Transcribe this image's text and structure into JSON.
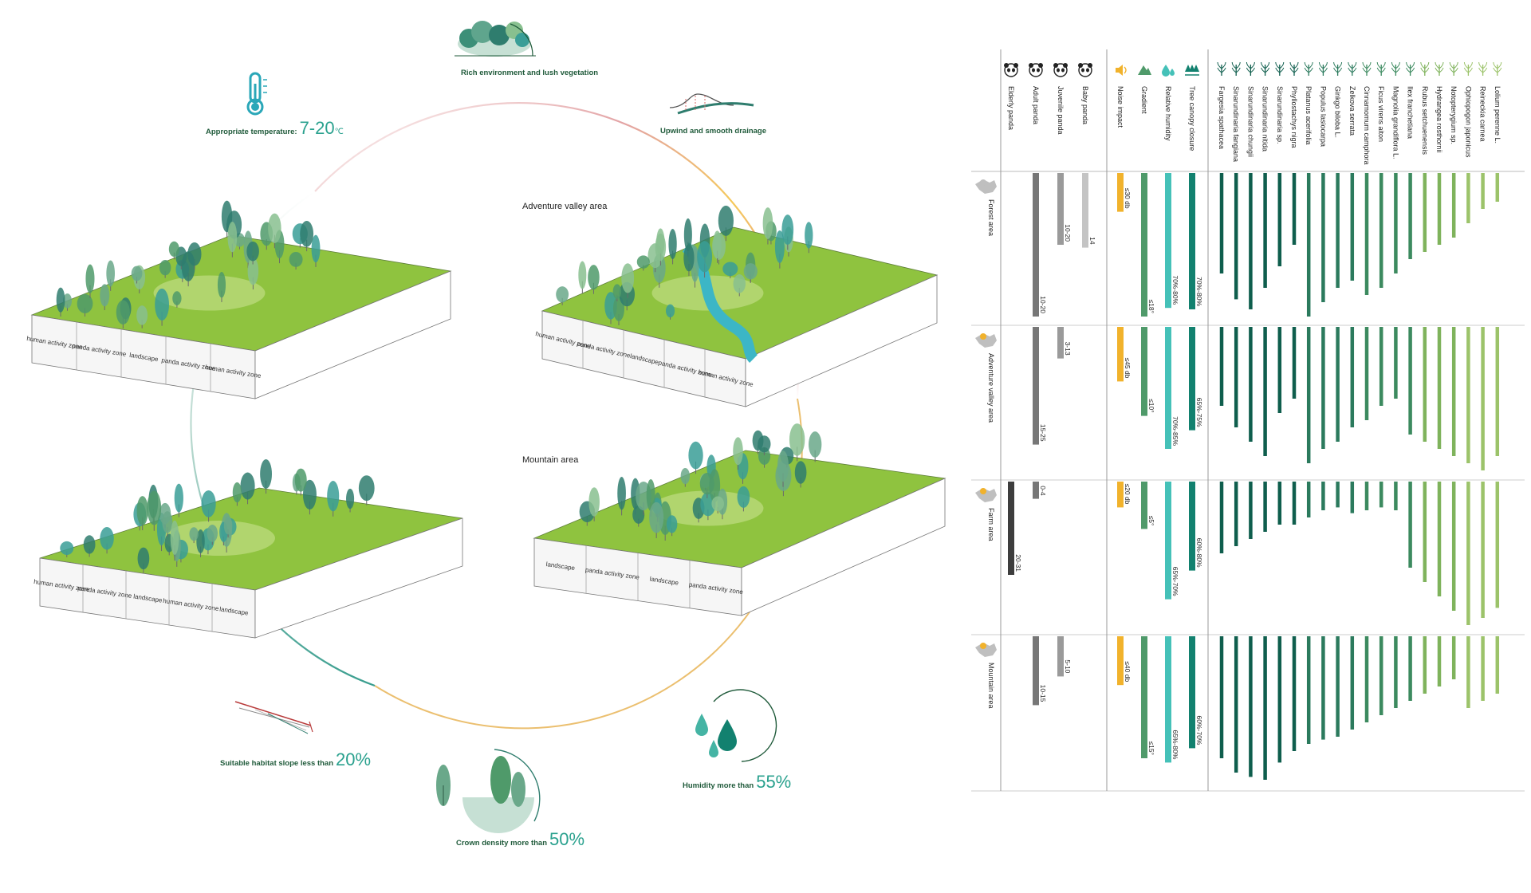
{
  "conditions": {
    "rich_env": "Rich environment and lush vegetation",
    "temperature_label": "Appropriate temperature:",
    "temperature_value": "7-20",
    "temperature_unit": "℃",
    "drainage": "Upwind and smooth drainage",
    "slope_label": "Suitable habitat slope less than",
    "slope_value": "20%",
    "crown_label": "Crown density more than",
    "crown_value": "50%",
    "humidity_label": "Humidity more than",
    "humidity_value": "55%"
  },
  "blocks": [
    {
      "title": "",
      "zones": [
        "human activity zone",
        "panda activity zone",
        "landscape",
        "panda activity zone",
        "human activity zone"
      ]
    },
    {
      "title": "Adventure valley area",
      "zones": [
        "human activity zone",
        "panda activity zone",
        "landscape",
        "panda activity zone",
        "human activity zone"
      ]
    },
    {
      "title": "",
      "zones": [
        "human activity zone",
        "panda activity zone",
        "landscape",
        "human activity zone",
        "landscape"
      ]
    },
    {
      "title": "Mountain area",
      "zones": [
        "landscape",
        "panda activity zone",
        "landscape",
        "panda activity zone"
      ]
    }
  ],
  "colors": {
    "grass": "#8fc33f",
    "grass_light": "#b9d97a",
    "tree_dark": "#2f7d6e",
    "tree_teal": "#3a9e97",
    "river": "#3cb6c6",
    "orange": "#f1b22c",
    "deep_green": "#0f5e4d",
    "mid_green": "#4f9a6a",
    "light_green": "#9cc36a"
  },
  "chart_data": {
    "type": "bar",
    "orientation": "vertical-down",
    "rows": [
      "Forest area",
      "Adventure valley area",
      "Farm area",
      "Mountain area"
    ],
    "groups": [
      {
        "name": "panda",
        "icons": [
          "panda-icon",
          "panda-icon",
          "panda-icon",
          "panda-icon"
        ],
        "columns": [
          "Elderly panda",
          "Adult panda",
          "Juvenile panda",
          "Baby panda"
        ],
        "colors": [
          "#3d3d3d",
          "#777777",
          "#9a9a9a",
          "#c4c4c4"
        ],
        "values": [
          [
            0,
            1.0,
            0.5,
            0.52
          ],
          [
            0,
            0.82,
            0.22,
            0
          ],
          [
            0.65,
            0.12,
            0,
            0
          ],
          [
            0,
            0.48,
            0.28,
            0
          ]
        ],
        "labels": [
          [
            "",
            "10-20",
            "10-20",
            "14"
          ],
          [
            "",
            "15-25",
            "3-13",
            ""
          ],
          [
            "20-31",
            "0-4",
            "",
            ""
          ],
          [
            "",
            "10-15",
            "5-10",
            ""
          ]
        ]
      },
      {
        "name": "environment",
        "icons": [
          "sound-icon",
          "mountain-icon",
          "droplet-icon",
          "tree-icon"
        ],
        "columns": [
          "Noise impact",
          "Gradient",
          "Relative humidity",
          "Tree canopy closure"
        ],
        "colors": [
          "#f1b22c",
          "#4f9a6a",
          "#45c1b8",
          "#12816f"
        ],
        "values": [
          [
            0.27,
            1.0,
            0.94,
            0.95
          ],
          [
            0.38,
            0.62,
            0.85,
            0.72
          ],
          [
            0.18,
            0.33,
            0.82,
            0.62
          ],
          [
            0.34,
            0.85,
            0.88,
            0.78
          ]
        ],
        "labels": [
          [
            "≤30 db",
            "≤18°",
            "70%-80%",
            "70%-80%"
          ],
          [
            "≤45 db",
            "≤10°",
            "70%-85%",
            "65%-75%"
          ],
          [
            "≤20 db",
            "≤5°",
            "65%-70%",
            "60%-80%"
          ],
          [
            "≤40 db",
            "≤15°",
            "65%-80%",
            "60%-70%"
          ]
        ]
      },
      {
        "name": "plants",
        "columns": [
          "Fargesia spathacea",
          "Sinarundinaria fangiana",
          "Sinarundinaria chungii",
          "Sinarundinaria nitida",
          "Sinarundinaria sp.",
          "Phyllostachys nigra",
          "Platanus acerifolia",
          "Populus lasiocarpa",
          "Ginkgo biloba L.",
          "Zelkova serrata",
          "Cinnamomum camphora",
          "Ficus virens aiton",
          "Magnolia grandiflora L.",
          "Ilex franchetiana",
          "Rubus setchuenensis",
          "Hydrangea rosthornii",
          "Notopterygium sp.",
          "Ophiopogon japonicus",
          "Reineckia carnea",
          "Lolium perenne L."
        ],
        "colors": [
          "#0f5e4d",
          "#0f5e4d",
          "#0f5e4d",
          "#0f5e4d",
          "#0f5e4d",
          "#0f5e4d",
          "#2b7a5d",
          "#2b7a5d",
          "#2b7a5d",
          "#2b7a5d",
          "#3c8a5f",
          "#3c8a5f",
          "#3c8a5f",
          "#3c8a5f",
          "#7fb35c",
          "#7fb35c",
          "#7fb35c",
          "#9cc36a",
          "#9cc36a",
          "#9cc36a"
        ],
        "values": [
          [
            0.7,
            0.88,
            0.95,
            0.8,
            0.65,
            0.5,
            1.0,
            0.9,
            0.8,
            0.75,
            0.85,
            0.8,
            0.7,
            0.6,
            0.55,
            0.5,
            0.45,
            0.35,
            0.25,
            0.2
          ],
          [
            0.55,
            0.7,
            0.8,
            0.9,
            0.6,
            0.5,
            0.95,
            0.85,
            0.8,
            0.7,
            0.65,
            0.55,
            0.5,
            0.75,
            0.8,
            0.85,
            0.9,
            0.95,
            1.0,
            0.9
          ],
          [
            0.5,
            0.45,
            0.4,
            0.35,
            0.3,
            0.3,
            0.25,
            0.2,
            0.18,
            0.22,
            0.2,
            0.18,
            0.2,
            0.6,
            0.7,
            0.8,
            0.9,
            1.0,
            0.95,
            0.88
          ],
          [
            0.85,
            0.95,
            0.98,
            1.0,
            0.88,
            0.8,
            0.75,
            0.72,
            0.7,
            0.65,
            0.6,
            0.55,
            0.5,
            0.45,
            0.4,
            0.35,
            0.3,
            0.5,
            0.45,
            0.4
          ]
        ]
      }
    ]
  }
}
